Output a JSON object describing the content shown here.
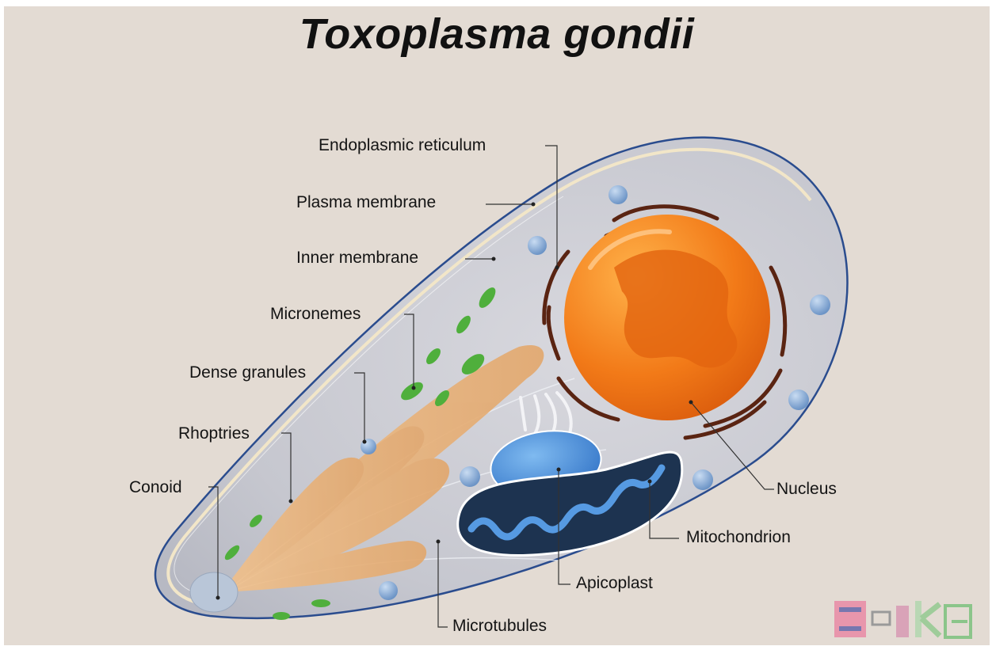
{
  "title": "Toxoplasma gondii",
  "labels": {
    "endoplasmic_reticulum": "Endoplasmic reticulum",
    "plasma_membrane": "Plasma membrane",
    "inner_membrane": "Inner membrane",
    "micronemes": "Micronemes",
    "dense_granules": "Dense granules",
    "rhoptries": "Rhoptries",
    "conoid": "Conoid",
    "nucleus": "Nucleus",
    "mitochondrion": "Mitochondrion",
    "apicoplast": "Apicoplast",
    "microtubules": "Microtubules"
  },
  "watermark": "S-ike",
  "colors": {
    "background": "#e3dbd3",
    "cell_outline": "#2c4a8a",
    "nucleus": "#f07a1a",
    "rhoptries": "#e8b482",
    "micronemes": "#4caa3a",
    "granules": "#6f9ad2",
    "apicoplast": "#3f86d8",
    "mitochondrion": "#1e3550"
  }
}
